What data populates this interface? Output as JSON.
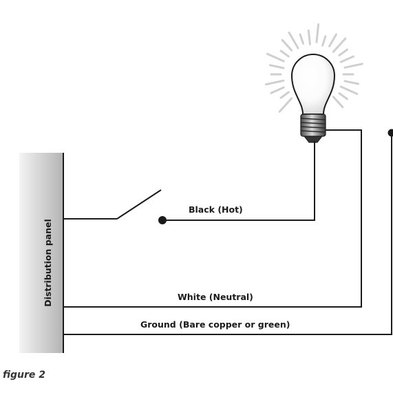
{
  "diagram": {
    "panel_label": "Distribution panel",
    "wires": {
      "hot_label": "Black (Hot)",
      "neutral_label": "White (Neutral)",
      "ground_label": "Ground (Bare copper or green)"
    },
    "caption": "figure 2"
  },
  "colors": {
    "wire": "#1a1a1a",
    "panel_light": "#f2f2f2",
    "panel_dark": "#b5b5b5",
    "glow": "#cfcfcf",
    "caption": "#333333"
  },
  "icons": {
    "bulb": "light-bulb-icon",
    "switch": "switch-icon"
  }
}
